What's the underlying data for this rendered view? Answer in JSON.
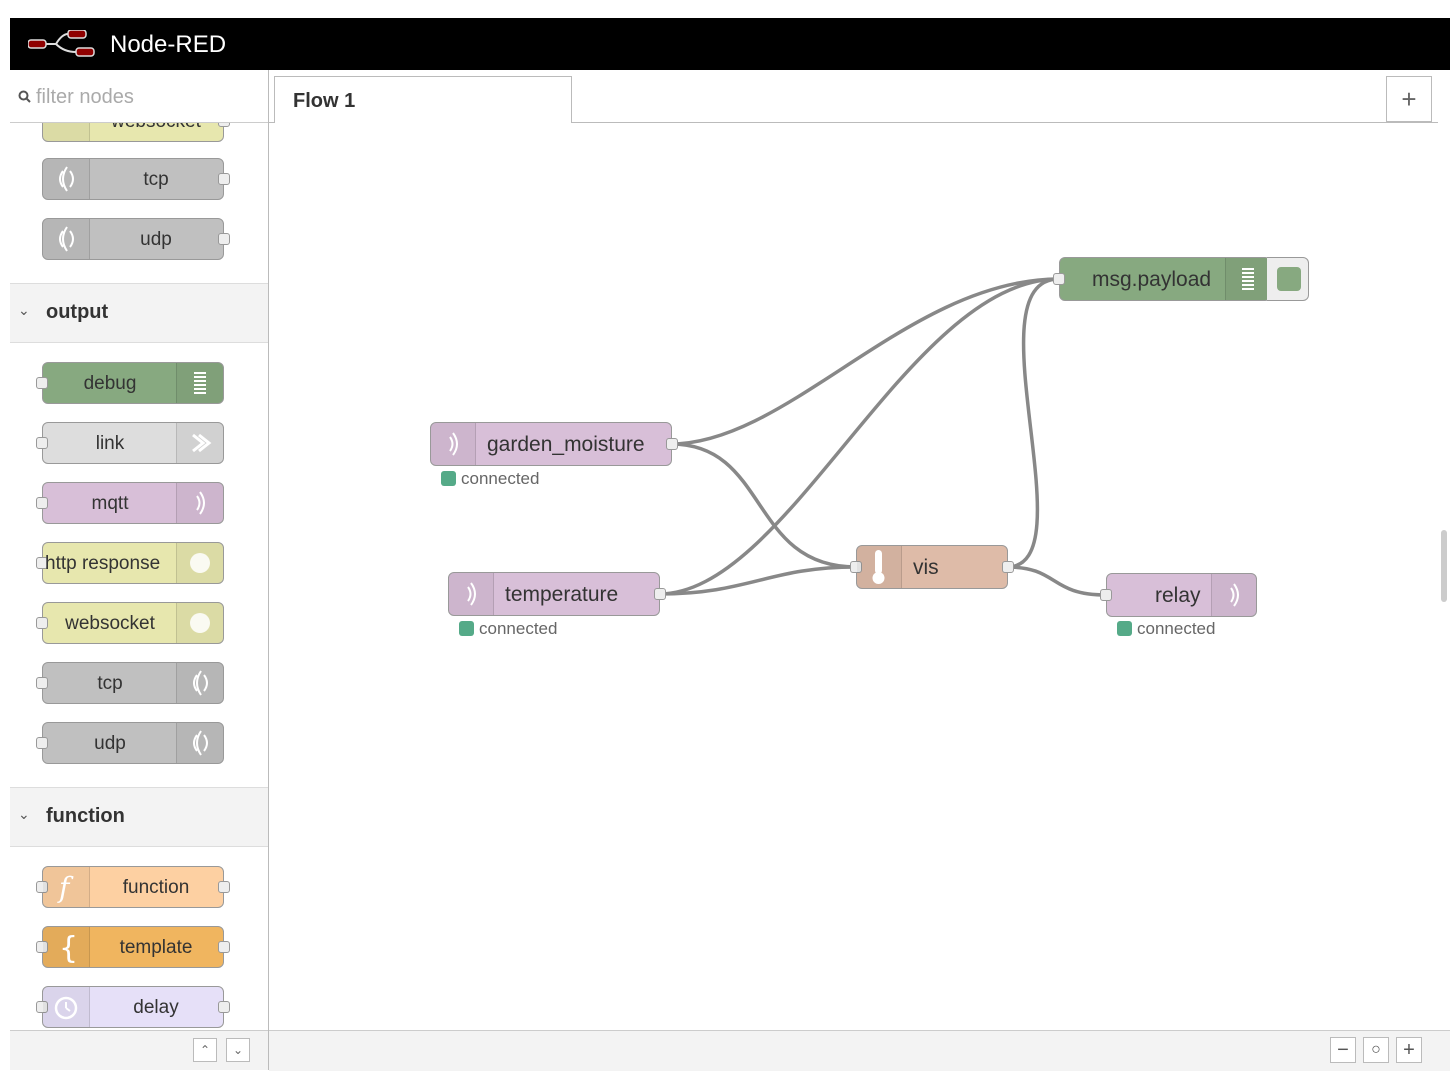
{
  "header": {
    "title": "Node-RED",
    "logo_icon": "node-red-logo"
  },
  "palette": {
    "search_placeholder": "filter nodes",
    "top_partial": {
      "label": "websocket"
    },
    "top_nodes": [
      {
        "label": "tcp",
        "icon": "bridge-icon",
        "color": "#c0c0c0"
      },
      {
        "label": "udp",
        "icon": "bridge-icon",
        "color": "#c0c0c0"
      }
    ],
    "categories": {
      "output": "output",
      "function": "function"
    },
    "output_nodes": [
      {
        "label": "debug",
        "icon": "debug-icon",
        "color": "#87a980"
      },
      {
        "label": "link",
        "icon": "link-out-icon",
        "color": "#dddddd"
      },
      {
        "label": "mqtt",
        "icon": "bridge-icon",
        "color": "#d8bfd8"
      },
      {
        "label": "http response",
        "icon": "globe-icon",
        "color": "#e7e7ae"
      },
      {
        "label": "websocket",
        "icon": "globe-icon",
        "color": "#e7e7ae"
      },
      {
        "label": "tcp",
        "icon": "bridge-icon",
        "color": "#c0c0c0"
      },
      {
        "label": "udp",
        "icon": "bridge-icon",
        "color": "#c0c0c0"
      }
    ],
    "function_nodes": [
      {
        "label": "function",
        "icon": "function-icon",
        "color": "#fdd0a2"
      },
      {
        "label": "template",
        "icon": "template-icon",
        "color": "#f0b55f"
      },
      {
        "label": "delay",
        "icon": "timer-icon",
        "color": "#e6e0f8"
      }
    ]
  },
  "workspace": {
    "tabs": [
      {
        "label": "Flow 1"
      }
    ],
    "add_tab_icon": "plus-icon",
    "flow_nodes": {
      "garden_moisture": {
        "label": "garden_moisture",
        "status": "connected",
        "color": "#d8bfd8"
      },
      "temperature": {
        "label": "temperature",
        "status": "connected",
        "color": "#d8bfd8"
      },
      "vis": {
        "label": "vis",
        "color": "#debba8"
      },
      "relay": {
        "label": "relay",
        "status": "connected",
        "color": "#d8bfd8"
      },
      "msg_payload": {
        "label": "msg.payload",
        "color": "#87a980"
      }
    },
    "status_color": "#5aa880",
    "zoom_controls": [
      "zoom-out-icon",
      "zoom-reset-icon",
      "zoom-in-icon"
    ]
  }
}
